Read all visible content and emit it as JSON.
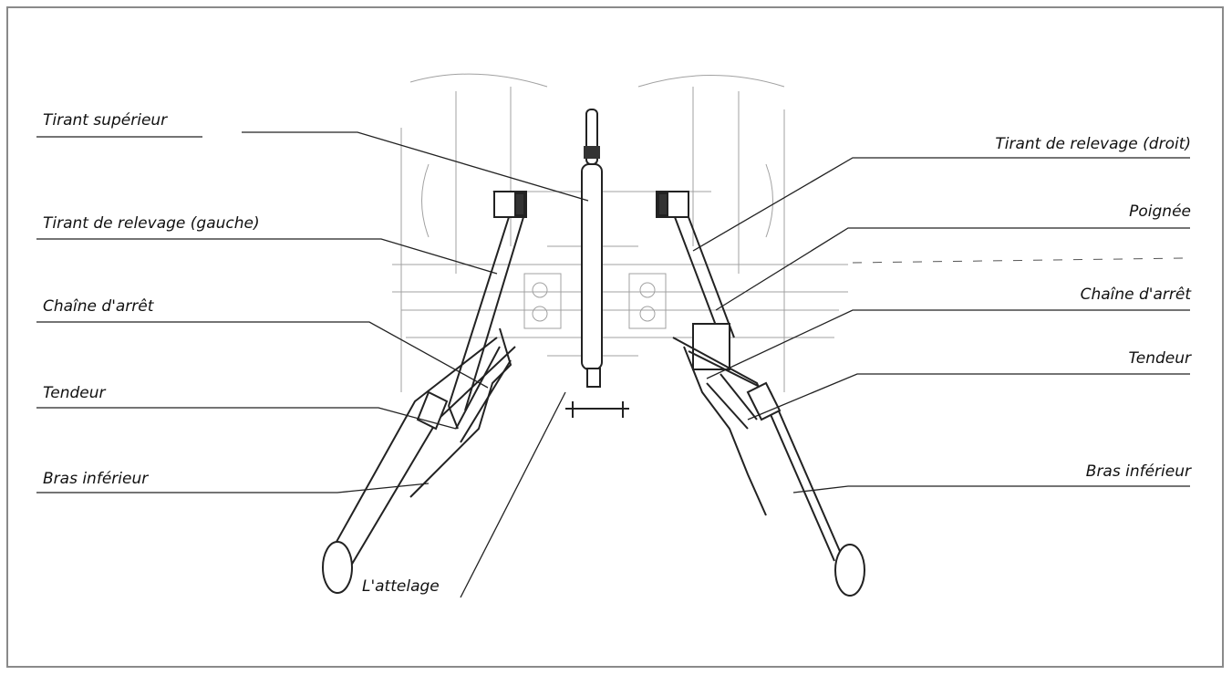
{
  "labels": {
    "tirant_superieur": "Tirant supérieur",
    "tirant_relevage_gauche": "Tirant de relevage (gauche)",
    "chaine_arret_gauche": "Chaîne d'arrêt",
    "tendeur_gauche": "Tendeur",
    "bras_inferieur_gauche": "Bras inférieur",
    "attelage": "L'attelage",
    "tirant_relevage_droit": "Tirant de relevage (droit)",
    "poignee": "Poignée",
    "chaine_arret_droite": "Chaîne d'arrêt",
    "tendeur_droit": "Tendeur",
    "bras_inferieur_droit": "Bras inférieur"
  },
  "colors": {
    "line": "#222222",
    "frame": "#8a8a8a"
  }
}
